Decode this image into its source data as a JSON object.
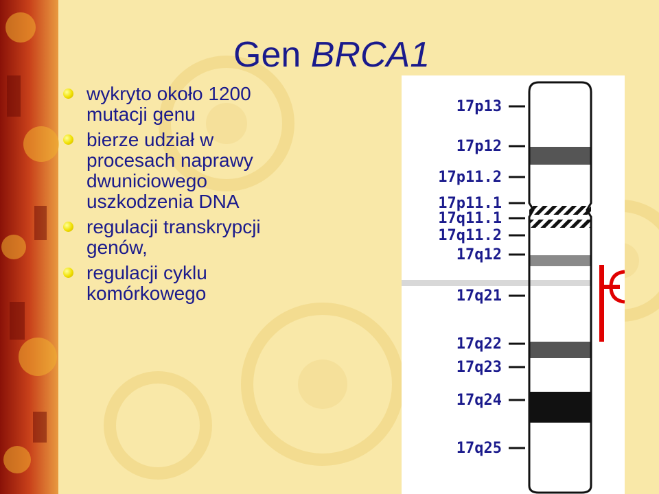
{
  "slide": {
    "title_prefix": "Gen ",
    "title_gene": "BRCA1",
    "bullets": [
      "wykryto około 1200\nmutacji genu",
      "bierze udział w\nprocesach naprawy\ndwuniciowego\nuszkodzenia DNA",
      "regulacji transkrypcji\ngenów,",
      "regulacji cyklu\nkomórkowego"
    ]
  },
  "chromosome": {
    "bands": [
      {
        "label": "17p13",
        "shade": "white"
      },
      {
        "label": "17p12",
        "shade": "dark"
      },
      {
        "label": "17p11.2",
        "shade": "white"
      },
      {
        "label": "17p11.1",
        "shade": "hatched"
      },
      {
        "label": "17q11.1",
        "shade": "hatched"
      },
      {
        "label": "17q11.2",
        "shade": "white"
      },
      {
        "label": "17q12",
        "shade": "gray"
      },
      {
        "label": "17q21",
        "shade": "white"
      },
      {
        "label": "17q22",
        "shade": "dark"
      },
      {
        "label": "17q23",
        "shade": "white"
      },
      {
        "label": "17q24",
        "shade": "black"
      },
      {
        "label": "17q25",
        "shade": "white"
      }
    ],
    "marker_band": "17q21",
    "marker_color": "#e00000"
  },
  "colors": {
    "background": "#f9e8a8",
    "text": "#1a1a8c",
    "bullet": "#f0e000",
    "left_strip": "#c0281a"
  }
}
